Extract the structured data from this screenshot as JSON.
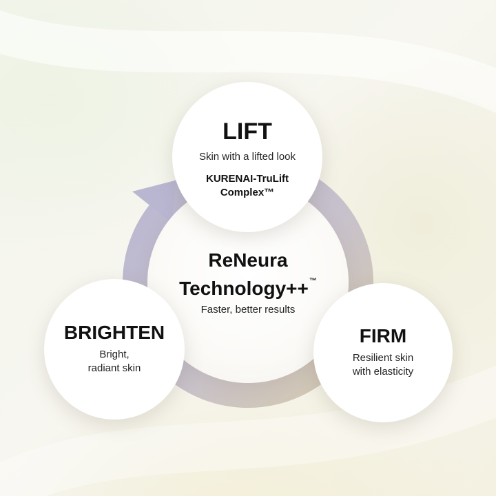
{
  "center": {
    "title_line1": "ReNeura",
    "title_line2": "Technology++",
    "trademark": "™",
    "subtitle": "Faster, better results"
  },
  "nodes": {
    "lift": {
      "title": "LIFT",
      "subtitle": "Skin with a lifted look",
      "ingredient": "KURENAI-TruLift\nComplex™"
    },
    "brighten": {
      "title": "BRIGHTEN",
      "subtitle": "Bright,\nradiant skin"
    },
    "firm": {
      "title": "FIRM",
      "subtitle": "Resilient skin\nwith elasticity"
    }
  },
  "colors": {
    "arrow_lavender": "#b9b6d2",
    "arrow_tan": "#d5c9ae",
    "arrow_grey": "#c7c1cc",
    "node_fill": "#ffffff",
    "text": "#111111"
  },
  "icons": {
    "cycle_arrow": "circular-arrow-icon"
  }
}
